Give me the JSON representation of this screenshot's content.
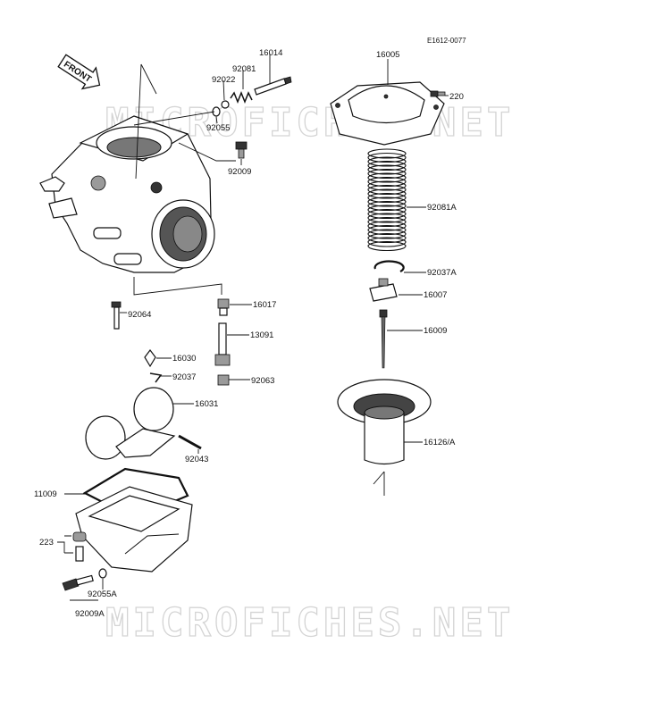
{
  "diagram": {
    "figure_code": "E1612-0077",
    "watermark": "MICROFICHES.NET",
    "front_arrow_label": "FRONT",
    "parts": [
      {
        "id": "16014",
        "label": "16014"
      },
      {
        "id": "92081",
        "label": "92081"
      },
      {
        "id": "92022",
        "label": "92022"
      },
      {
        "id": "92055",
        "label": "92055"
      },
      {
        "id": "92009",
        "label": "92009"
      },
      {
        "id": "16005",
        "label": "16005"
      },
      {
        "id": "220",
        "label": "220"
      },
      {
        "id": "92081A",
        "label": "92081A"
      },
      {
        "id": "92037A",
        "label": "92037A"
      },
      {
        "id": "16007",
        "label": "16007"
      },
      {
        "id": "16009",
        "label": "16009"
      },
      {
        "id": "16126A",
        "label": "16126/A"
      },
      {
        "id": "92064",
        "label": "92064"
      },
      {
        "id": "16017",
        "label": "16017"
      },
      {
        "id": "13091",
        "label": "13091"
      },
      {
        "id": "16030",
        "label": "16030"
      },
      {
        "id": "92037",
        "label": "92037"
      },
      {
        "id": "92063",
        "label": "92063"
      },
      {
        "id": "16031",
        "label": "16031"
      },
      {
        "id": "92043",
        "label": "92043"
      },
      {
        "id": "11009",
        "label": "11009"
      },
      {
        "id": "223",
        "label": "223"
      },
      {
        "id": "92055A",
        "label": "92055A"
      },
      {
        "id": "92009A",
        "label": "92009A"
      }
    ]
  }
}
